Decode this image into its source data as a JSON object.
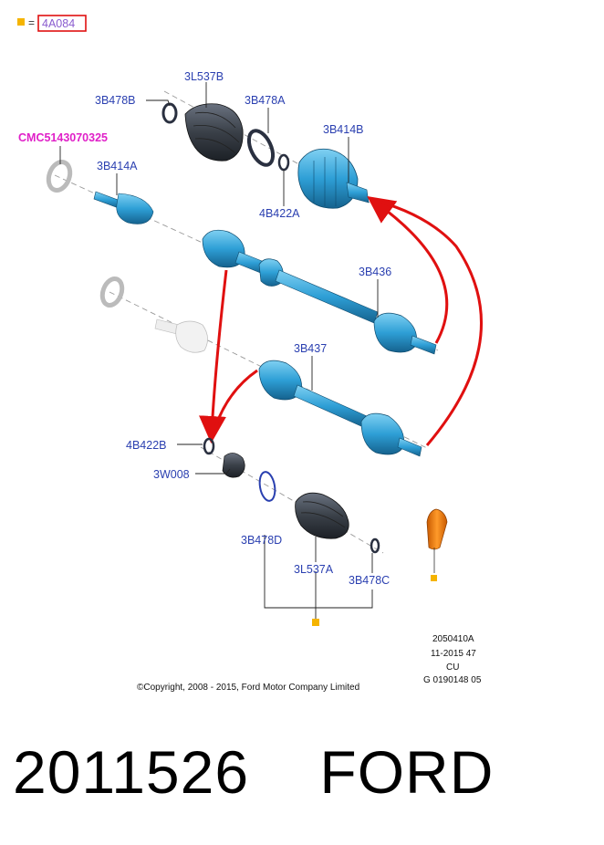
{
  "header": {
    "equals": "=",
    "code": "4A084"
  },
  "parts": {
    "cmc": "CMC5143070325",
    "p3L537B": "3L537B",
    "p3B478B": "3B478B",
    "p3B478A": "3B478A",
    "p3B414B": "3B414B",
    "p3B414A": "3B414A",
    "p4B422A": "4B422A",
    "p3B436": "3B436",
    "p3B437": "3B437",
    "p4B422B": "4B422B",
    "p3W008": "3W008",
    "p3B478D": "3B478D",
    "p3L537A": "3L537A",
    "p3B478C": "3B478C"
  },
  "info": {
    "line1": "2050410A",
    "line2": "11-2015 47",
    "line3": "CU",
    "line4": "G 0190148 05"
  },
  "copyright": "©Copyright, 2008 - 2015, Ford Motor Company Limited",
  "footer": {
    "part_number": "2011526",
    "brand": "FORD"
  },
  "colors": {
    "part_blue": "#2e9fd6",
    "boot_dark": "#3a4048",
    "label_blue": "#2a3fb0",
    "arrow_red": "#e01010",
    "marker_orange": "#f5b400",
    "cmc_pink": "#e020c8"
  }
}
